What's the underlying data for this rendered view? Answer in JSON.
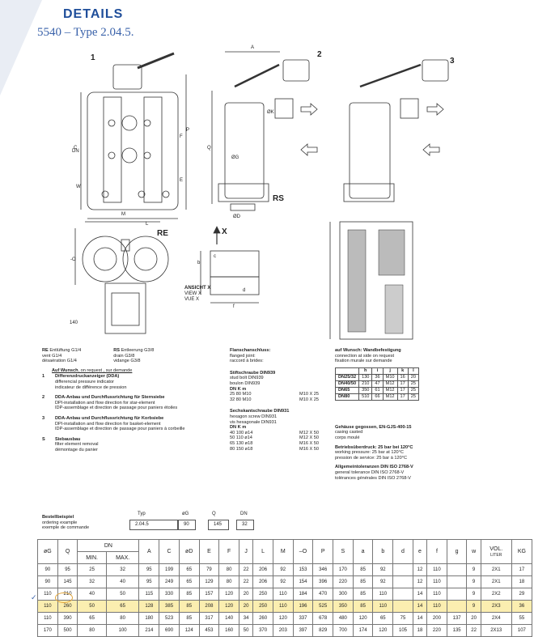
{
  "header": {
    "title": "DETAILS",
    "subtitle": "5540 – Type 2.04.5."
  },
  "drawing_labels": {
    "n1": "1",
    "n2": "2",
    "n3": "3",
    "A": "A",
    "RS": "RS",
    "RE": "RE",
    "X": "X",
    "ansicht": "ANSICHT X",
    "view": "VIEW X",
    "vue": "VUE X",
    "C": "C",
    "DN": "DN",
    "W": "W",
    "M": "M",
    "L": "L",
    "F": "F",
    "P": "P",
    "E": "E",
    "Q": "Q",
    "oK": "ØK",
    "oG": "ØG",
    "oD": "ØD",
    "b": "b",
    "c": "c",
    "d": "d",
    "f": "f",
    "minus_o": "-O",
    "dim140": "140"
  },
  "legend": {
    "re_bold": "RE",
    "re_title": "Entlüftung G1/4",
    "re_l2": "vent G1/4",
    "re_l3": "désaération G1/4",
    "rs_bold": "RS",
    "rs_title": "Entleerung G3/8",
    "rs_l2": "drain G3/8",
    "rs_l3": "vidange G3/8",
    "req_title": "Auf Wunsch",
    "req_rest": ", on request , sur demande",
    "items": [
      {
        "n": "1",
        "t1": "Differenzdruckanzeiger (DDA)",
        "t2": "differencial pressure indicator",
        "t3": "indicateur de différence de pression"
      },
      {
        "n": "2",
        "t1": "DDA-Anbau und Durchflussrichtung für Sternsiebe",
        "t2": "DPI-installation and flow direction for star-element",
        "t3": "IDP-assemblage et direction de passage pour paniers étoiles"
      },
      {
        "n": "3",
        "t1": "DDA-Anbau und Durchflussrichtung für Korbsiebe",
        "t2": "DPI-installation and flow direction for basket-element",
        "t3": "IDP-assemblage et direction de passage pour paniers à corbeille"
      },
      {
        "n": "S",
        "t1": "Siebausbau",
        "t2": "filter element removal",
        "t3": "démontage du panier"
      }
    ]
  },
  "flange": {
    "title": "Flanschanschluss:",
    "l2": "flanged joint:",
    "l3": "raccord à brides:",
    "stud_title": "Stiftschraube DIN939",
    "stud_l2": "stud bolt DIN939",
    "stud_l3": "boulon DIN939",
    "stud_hdr": "DN  K  m",
    "stud_rows": [
      {
        "a": "25  80  M10",
        "b": "M10 X 25"
      },
      {
        "a": "32  80  M10",
        "b": "M10 X 25"
      }
    ],
    "hex_title": "Sechskantschraube DIN931",
    "hex_l2": "hexagon screw DIN931",
    "hex_l3": "vis hexagonale DIN931",
    "hex_hdr": "DN  K  m",
    "hex_rows": [
      {
        "a": "40  100  ø14",
        "b": "M12 X 50"
      },
      {
        "a": "50  110  ø14",
        "b": "M12 X 50"
      },
      {
        "a": "65  130  ø18",
        "b": "M16 X 50"
      },
      {
        "a": "80  150  ø18",
        "b": "M16 X 50"
      }
    ]
  },
  "wall": {
    "title": "auf Wunsch: Wandbefestigung",
    "l2": "connection at side on request",
    "l3": "fixation murale sur demande",
    "cols": [
      "",
      "h",
      "i",
      "j",
      "k",
      "l"
    ],
    "rows": [
      [
        "DN25/32",
        "130",
        "36",
        "M10",
        "16",
        "20"
      ],
      [
        "DN40/50",
        "210",
        "47",
        "M12",
        "17",
        "25"
      ],
      [
        "DN65",
        "350",
        "61",
        "M12",
        "17",
        "25"
      ],
      [
        "DN80",
        "510",
        "66",
        "M12",
        "17",
        "25"
      ]
    ]
  },
  "casing": {
    "t1": "Gehäuse gegossen, EN-GJS-400-15",
    "t2": "casing casted",
    "t3": "corps moulé",
    "p1": "Betriebsüberdruck: 25 bar bei 120°C",
    "p2": "working pressure: 25 bar at 120°C",
    "p3": "pression de service: 25 bar à 120°C",
    "g1": "Allgemeintoleranzen DIN ISO 2768-V",
    "g2": "general tolerance DIN ISO 2768-V",
    "g3": "tolérances générales DIN ISO 2768-V"
  },
  "order": {
    "t1": "Bestellbeispiel",
    "t2": "ordering example",
    "t3": "exemple de commande",
    "h_typ": "Typ",
    "h_g": "øG",
    "h_q": "Q",
    "h_dn": "DN",
    "v_typ": "2.04.5",
    "v_g": "90",
    "v_q": "145",
    "v_dn": "32"
  },
  "table": {
    "headers": [
      "øG",
      "Q",
      "DN",
      "A",
      "C",
      "øD",
      "E",
      "F",
      "J",
      "L",
      "M",
      "–O",
      "P",
      "S",
      "a",
      "b",
      "d",
      "e",
      "f",
      "g",
      "w",
      "VOL.",
      "KG"
    ],
    "dn_min": "MIN.",
    "dn_max": "MAX.",
    "vol_unit": "LITER",
    "rows": [
      [
        "90",
        "95",
        "25",
        "32",
        "95",
        "199",
        "65",
        "79",
        "80",
        "22",
        "206",
        "92",
        "153",
        "346",
        "170",
        "85",
        "92",
        "",
        "12",
        "110",
        "",
        "9",
        "2X1",
        "17"
      ],
      [
        "90",
        "145",
        "32",
        "40",
        "95",
        "249",
        "65",
        "129",
        "80",
        "22",
        "206",
        "92",
        "154",
        "396",
        "220",
        "85",
        "92",
        "",
        "12",
        "110",
        "",
        "9",
        "2X1",
        "18"
      ],
      [
        "110",
        "210",
        "40",
        "50",
        "115",
        "330",
        "85",
        "157",
        "120",
        "20",
        "250",
        "110",
        "184",
        "470",
        "300",
        "85",
        "110",
        "",
        "14",
        "110",
        "",
        "9",
        "2X2",
        "29"
      ],
      [
        "110",
        "260",
        "50",
        "65",
        "128",
        "385",
        "85",
        "208",
        "120",
        "20",
        "250",
        "110",
        "196",
        "525",
        "350",
        "85",
        "110",
        "",
        "14",
        "110",
        "",
        "9",
        "2X3",
        "36"
      ],
      [
        "110",
        "390",
        "65",
        "80",
        "180",
        "523",
        "85",
        "317",
        "140",
        "34",
        "260",
        "120",
        "337",
        "678",
        "480",
        "120",
        "65",
        "75",
        "14",
        "200",
        "137",
        "20",
        "2X4",
        "55"
      ],
      [
        "170",
        "500",
        "80",
        "100",
        "214",
        "690",
        "124",
        "453",
        "160",
        "50",
        "370",
        "203",
        "397",
        "829",
        "700",
        "174",
        "120",
        "105",
        "18",
        "220",
        "135",
        "22",
        "2X13",
        "107"
      ]
    ]
  }
}
